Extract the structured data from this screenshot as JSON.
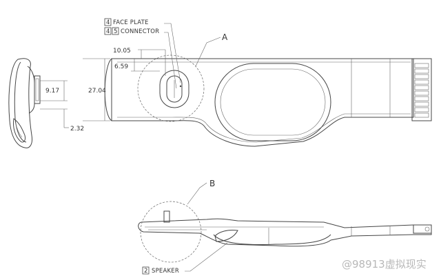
{
  "labels": {
    "face_plate_num": "4",
    "face_plate": "FACE PLATE",
    "connector_num_a": "4",
    "connector_num_b": "5",
    "connector": "CONNECTOR",
    "speaker_num": "2",
    "speaker": "SPEAKER",
    "callout_a": "A",
    "callout_b": "B"
  },
  "dimensions": {
    "d1": "10.05",
    "d2": "6.59",
    "d3": "27.04",
    "d4": "9.17",
    "d5": "2.32"
  },
  "watermark": "@98913虚拟现实"
}
